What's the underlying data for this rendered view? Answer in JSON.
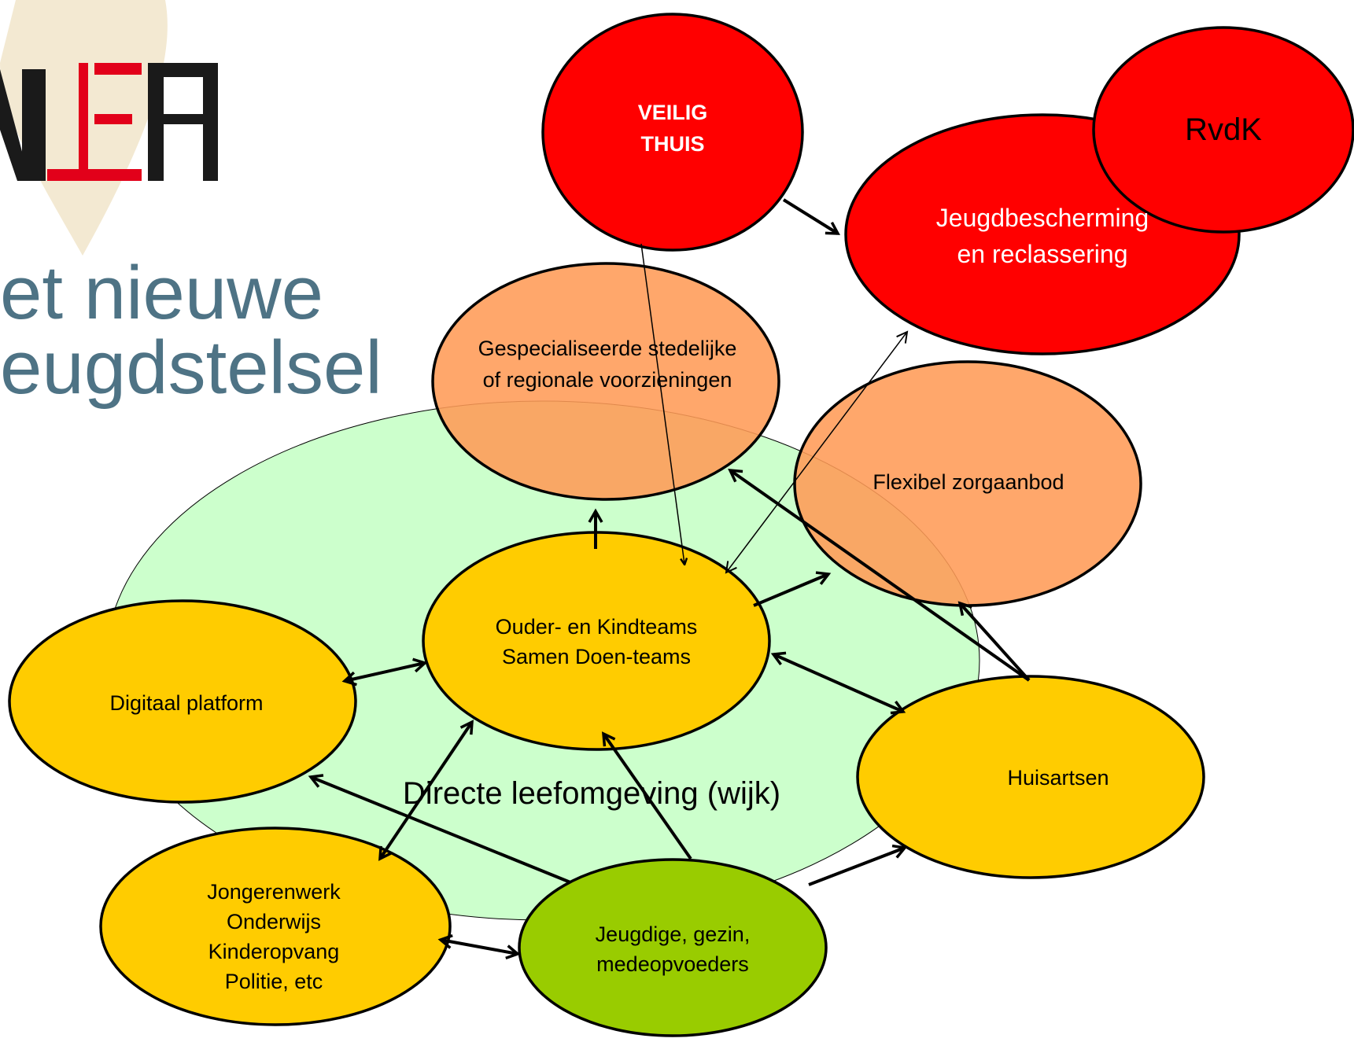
{
  "logo": {
    "text": "NEJA"
  },
  "title": {
    "line1": "et nieuwe",
    "line2": "eugdstelsel"
  },
  "nodes": {
    "veilig_thuis": {
      "line1": "VEILIG",
      "line2": "THUIS"
    },
    "rvdk": {
      "label": "RvdK"
    },
    "jeugdbescherming": {
      "line1": "Jeugdbescherming",
      "line2": "en reclassering"
    },
    "gespecialiseerde": {
      "line1": "Gespecialiseerde stedelijke",
      "line2": "of regionale voorzieningen"
    },
    "flexibel": {
      "label": "Flexibel zorgaanbod"
    },
    "wijk": {
      "label": "Directe leefomgeving (wijk)"
    },
    "ouder_kindteams": {
      "line1": "Ouder- en Kindteams",
      "line2": "Samen Doen-teams"
    },
    "digitaal": {
      "label": "Digitaal platform"
    },
    "huisartsen": {
      "label": "Huisartsen"
    },
    "jongerenwerk": {
      "lines": [
        "Jongerenwerk",
        "Onderwijs",
        "Kinderopvang",
        "Politie, etc"
      ]
    },
    "jeugdige": {
      "line1": "Jeugdige, gezin,",
      "line2": "medeopvoeders"
    }
  },
  "colors": {
    "red": "#ff0000",
    "orange": "#ff9b57",
    "yellow": "#ffcc00",
    "green": "#99cc00",
    "mint": "#ccffcc",
    "title_blue": "#4e7385",
    "logo_red": "#e2001a",
    "logo_black": "#1a1a1a",
    "logo_beige": "#f3e9d2"
  }
}
